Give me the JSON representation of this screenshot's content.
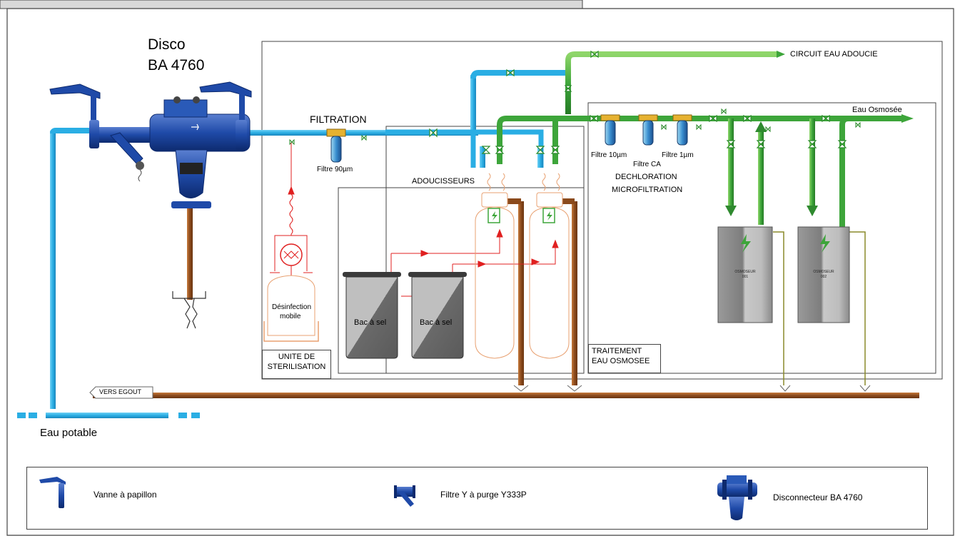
{
  "device": {
    "line1": "Disco",
    "line2": "BA 4760"
  },
  "labels": {
    "filtration": "FILTRATION",
    "filtre90": "Filtre 90µm",
    "adoucisseurs": "ADOUCISSEURS",
    "circuit": "CIRCUIT EAU ADOUCIE",
    "eau_osmosee": "Eau Osmosée",
    "filtre10": "Filtre 10µm",
    "filtreCA": "Filtre CA",
    "filtre1": "Filtre 1µm",
    "dechloration": "DECHLORATION",
    "microfiltration": "MICROFILTRATION",
    "desinfection_1": "Désinfection",
    "desinfection_2": "mobile",
    "bac1": "Bac à sel",
    "bac2": "Bac à sel",
    "osm1_a": "OSMOSEUR",
    "osm1_b": "001",
    "osm2_a": "OSMOSEUR",
    "osm2_b": "002",
    "vers_egout": "VERS EGOUT",
    "eau_potable": "Eau potable"
  },
  "zones": {
    "unite_1": "UNITE DE",
    "unite_2": "STERILISATION",
    "traitement_1": "TRAITEMENT",
    "traitement_2": "EAU OSMOSEE"
  },
  "legend": {
    "vanne": "Vanne à papillon",
    "filtre_y": "Filtre Y à purge Y333P",
    "disconnecteur": "Disconnecteur BA 4760"
  },
  "colors": {
    "potable": "#2fb4e6",
    "softened": "#35a83a",
    "drain": "#8b4a1c",
    "red": "#e02020",
    "valve_blue": "#1f4aa8"
  }
}
